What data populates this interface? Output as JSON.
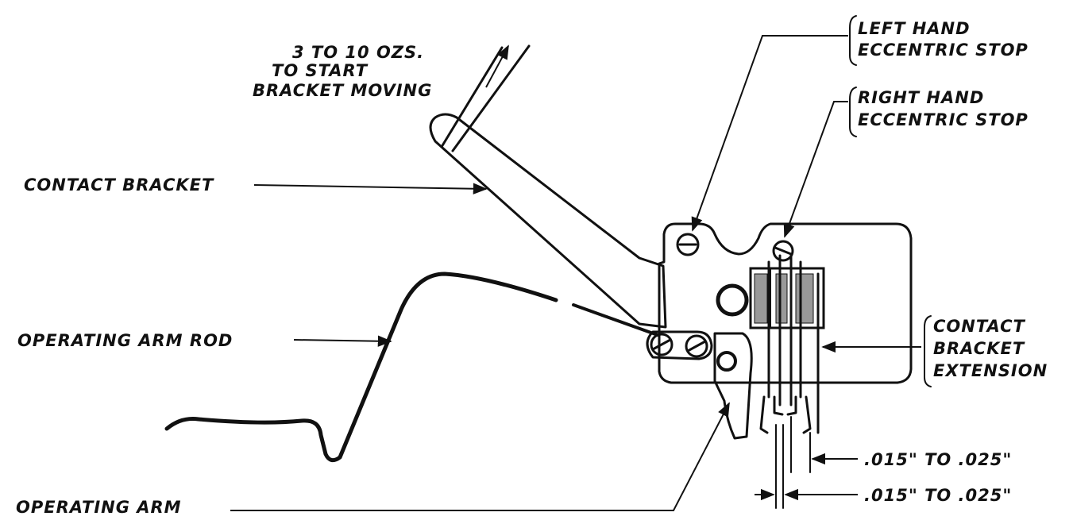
{
  "labels": {
    "force_line1": "3 TO 10 OZS.",
    "force_line2": "TO START",
    "force_line3": "BRACKET MOVING",
    "contact_bracket": "CONTACT BRACKET",
    "operating_arm_rod": "OPERATING ARM ROD",
    "operating_arm": "OPERATING ARM",
    "left_stop_line1": "LEFT HAND",
    "left_stop_line2": "ECCENTRIC STOP",
    "right_stop_line1": "RIGHT HAND",
    "right_stop_line2": "ECCENTRIC STOP",
    "extension_line1": "CONTACT",
    "extension_line2": "BRACKET",
    "extension_line3": "EXTENSION",
    "gap_upper": ".015\" TO .025\"",
    "gap_lower": ".015\" TO .025\""
  }
}
